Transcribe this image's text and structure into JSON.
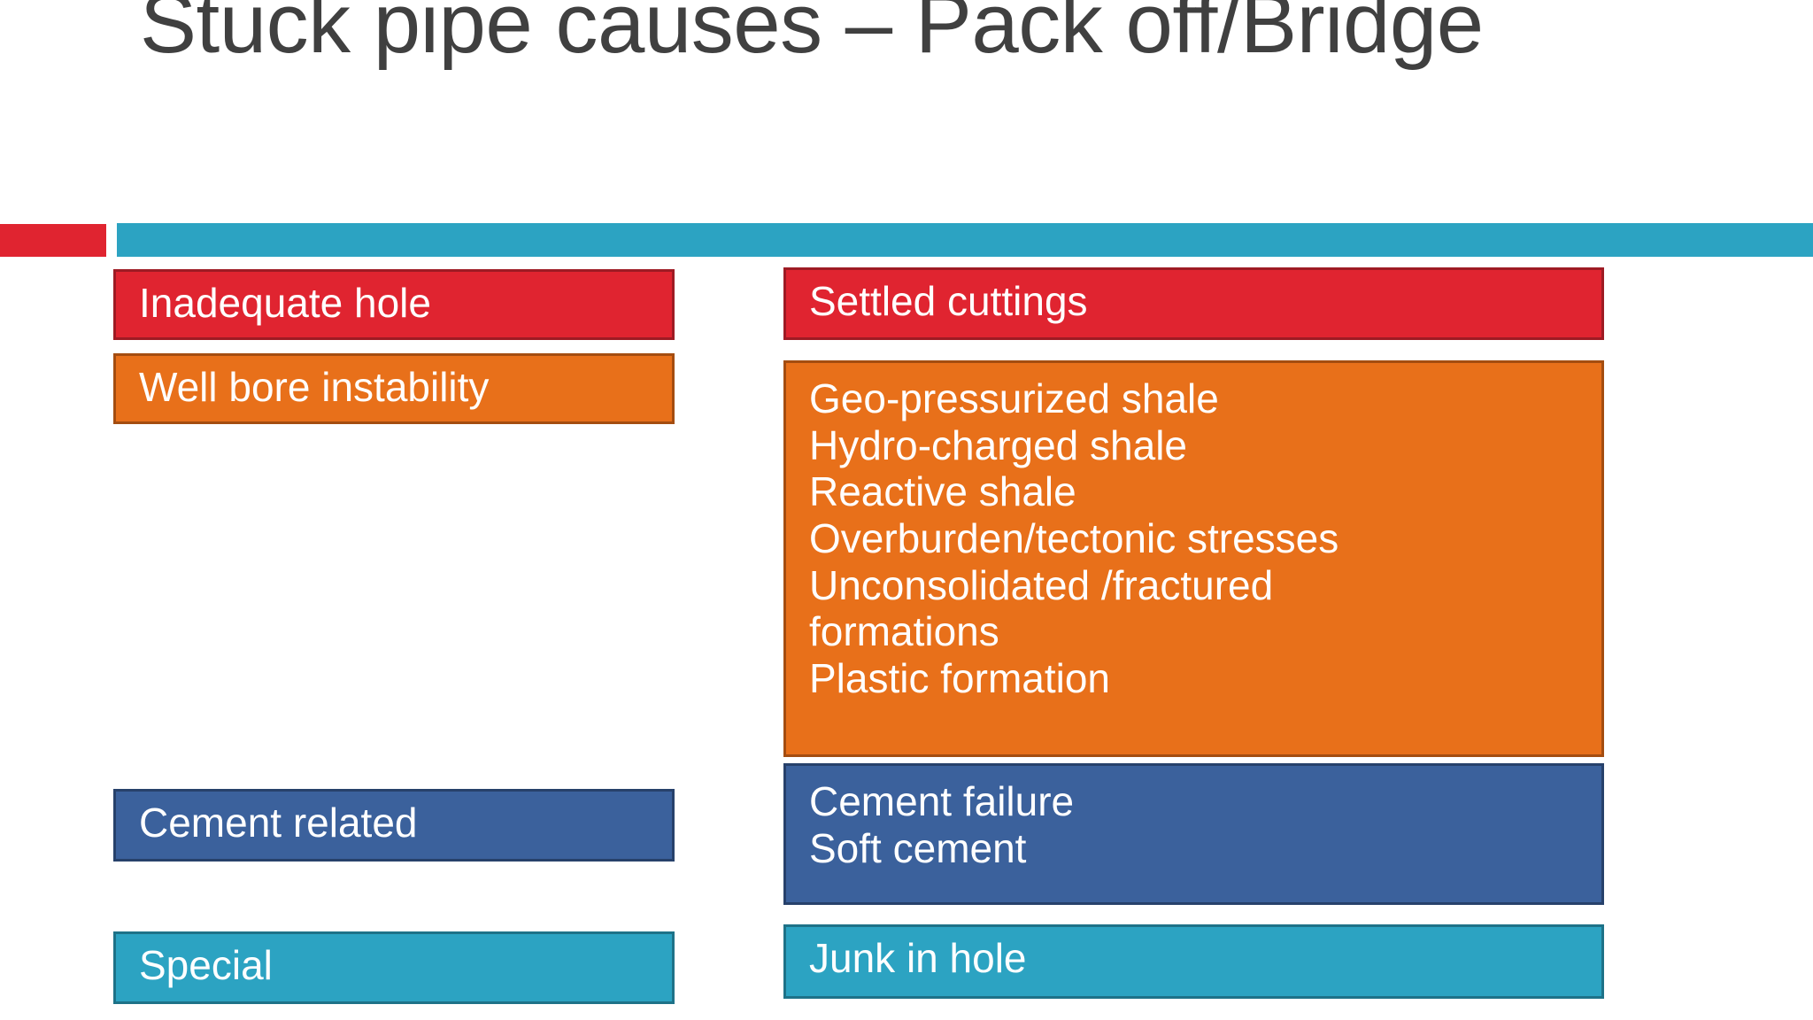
{
  "slide": {
    "title": "Stuck pipe causes – Pack off/Bridge",
    "background": "#ffffff",
    "title_color": "#404040"
  },
  "divider": {
    "accent_color": "#E02430",
    "bar_color": "#2CA3C2"
  },
  "colors": {
    "red": "#E02430",
    "red_border": "#9E1B24",
    "orange": "#E8701A",
    "orange_border": "#A44D10",
    "blue": "#3B619C",
    "blue_border": "#27416B",
    "teal": "#2CA3C2",
    "teal_border": "#1E7288",
    "text": "#ffffff"
  },
  "left_column": {
    "inadequate_hole": "Inadequate hole",
    "wellbore_instability": "Well bore instability",
    "cement_related": "Cement related",
    "special": "Special"
  },
  "right_column": {
    "settled_cuttings": "Settled cuttings",
    "formation_list": "Geo-pressurized shale\nHydro-charged shale\nReactive shale\nOverburden/tectonic stresses\nUnconsolidated /fractured\nformations\nPlastic formation",
    "cement_list": "Cement failure\nSoft cement",
    "junk_in_hole": "Junk in hole"
  }
}
